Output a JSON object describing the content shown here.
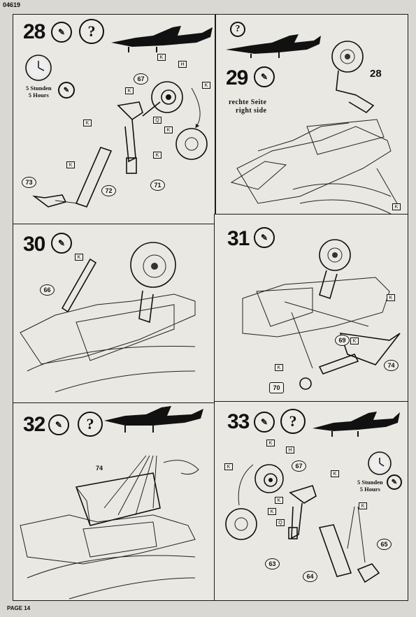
{
  "document": {
    "code": "04619",
    "page_label": "PAGE 14"
  },
  "steps": [
    {
      "number": "28",
      "hours_de": "5 Stunden",
      "hours_en": "5 Hours",
      "parts": [
        "67",
        "71",
        "72",
        "73"
      ]
    },
    {
      "number": "29",
      "side_de": "rechte Seite",
      "side_en": "right side",
      "parts": [
        "28"
      ]
    },
    {
      "number": "30",
      "parts": [
        "66"
      ]
    },
    {
      "number": "31",
      "parts": [
        "69",
        "74",
        "70"
      ]
    },
    {
      "number": "32",
      "parts": [
        "74"
      ]
    },
    {
      "number": "33",
      "hours_de": "5 Stunden",
      "hours_en": "5 Hours",
      "parts": [
        "67",
        "63",
        "64",
        "65"
      ]
    }
  ],
  "icons": {
    "question": "?",
    "glue": "glue-tube-icon",
    "clock": "clock-icon",
    "aircraft": "aircraft-silhouette-icon",
    "flag": "paint-flag-icon"
  },
  "colors": {
    "paper": "#d9d8d2",
    "ink": "#111111"
  }
}
